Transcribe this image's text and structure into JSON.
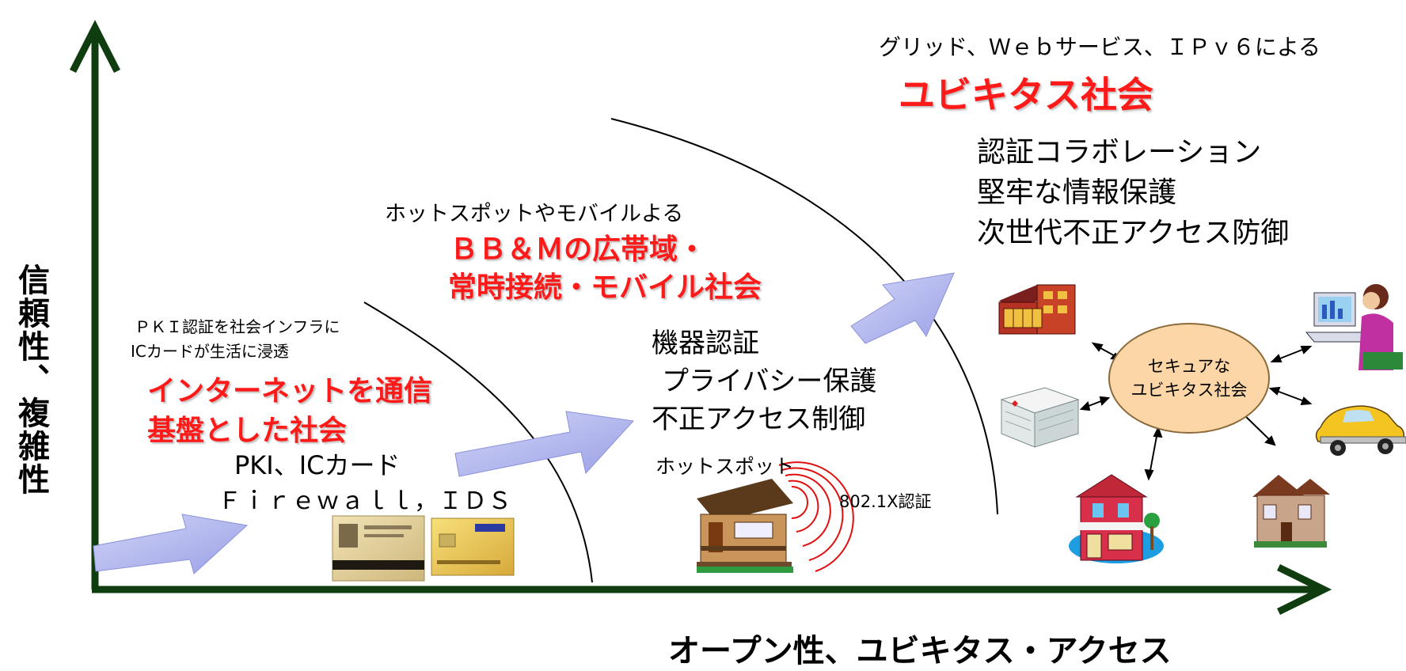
{
  "axes": {
    "y_label": "信頼性、複雑性",
    "x_label": "オープン性、ユビキタス・アクセス"
  },
  "stage1": {
    "note_line1": "ＰＫＩ認証を社会インフラに",
    "note_line2": "ICカードが生活に浸透",
    "title_line1": "インターネットを通信",
    "title_line2": "基盤とした社会",
    "tech_line1": "PKI、ICカード",
    "tech_line2": "Ｆｉｒｅｗａｌｌ，ＩＤＳ"
  },
  "stage2": {
    "note": "ホットスポットやモバイルよる",
    "title_line1": "ＢＢ＆Ｍの広帯域・",
    "title_line2": "常時接続・モバイル社会",
    "tech_line1": "機器認証",
    "tech_line2": "プライバシー保護",
    "tech_line3": "不正アクセス制御",
    "hotspot_label": "ホットスポット",
    "auth_label": "802.1X認証"
  },
  "stage3": {
    "note": "グリッド、Ｗｅｂサービス、ＩＰｖ６による",
    "title": "ユビキタス社会",
    "tech_line1": "認証コラボレーション",
    "tech_line2": "堅牢な情報保護",
    "tech_line3": "次世代不正アクセス防御",
    "hub_line1": "セキュアな",
    "hub_line2": "ユビキタス社会"
  },
  "colors": {
    "axis": "#0f3d0f",
    "arrow": "#b3b8ef",
    "title_red": "#ff1a1a",
    "hub_fill": "#fcd6a6"
  },
  "icons": [
    "id-card-image",
    "credit-card-image",
    "house-icon",
    "wireless-signal-icon",
    "office-building-icon",
    "hospital-icon",
    "shop-icon",
    "home-icon",
    "computer-user-icon",
    "taxi-icon"
  ]
}
